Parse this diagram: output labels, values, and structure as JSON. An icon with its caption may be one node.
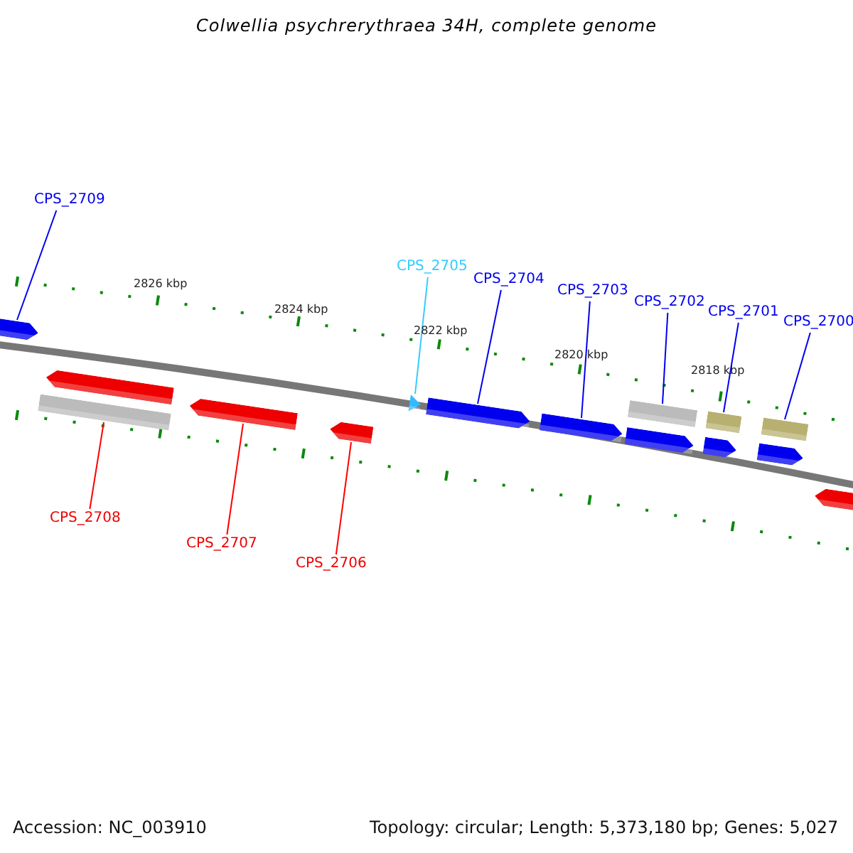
{
  "diagram": {
    "title": "Colwellia psychrerythraea 34H, complete genome",
    "nodes": [
      {
        "text": [
          "CPS_2709"
        ]
      },
      {
        "text": [
          "CPS_2705"
        ]
      },
      {
        "text": [
          "CPS_2704"
        ]
      },
      {
        "text": [
          "CPS_2703"
        ]
      },
      {
        "text": [
          "CPS_2702"
        ]
      },
      {
        "text": [
          "CPS_2701"
        ]
      },
      {
        "text": [
          "CPS_2700"
        ]
      },
      {
        "text": [
          "CPS_2708"
        ]
      },
      {
        "text": [
          "CPS_2707"
        ]
      },
      {
        "text": [
          "CPS_2706"
        ]
      },
      {
        "text": [],
        "shape": "arrow"
      },
      {
        "text": [],
        "shape": "arrow"
      },
      {
        "text": [],
        "shape": "bar"
      },
      {
        "text": [],
        "shape": "arrow"
      },
      {
        "text": [],
        "shape": "arrow"
      },
      {
        "text": [],
        "shape": "arrow"
      },
      {
        "text": [],
        "shape": "arrow"
      },
      {
        "text": [],
        "shape": "arrow"
      },
      {
        "text": [],
        "shape": "bar"
      },
      {
        "text": [],
        "shape": "arrow"
      },
      {
        "text": [],
        "shape": "bar"
      },
      {
        "text": [],
        "shape": "arrow"
      },
      {
        "text": [],
        "shape": "bar"
      },
      {
        "text": [],
        "shape": "arrow"
      },
      {
        "text": [],
        "shape": "arrow"
      }
    ],
    "edges": [
      {
        "from": 0,
        "to": 10,
        "arrow": "none"
      },
      {
        "from": 1,
        "to": 15,
        "arrow": "none",
        "color": "#33ccff"
      },
      {
        "from": 2,
        "to": 16,
        "arrow": "none"
      },
      {
        "from": 3,
        "to": 17,
        "arrow": "none"
      },
      {
        "from": 4,
        "to": 18,
        "arrow": "none"
      },
      {
        "from": 5,
        "to": 20,
        "arrow": "none"
      },
      {
        "from": 6,
        "to": 22,
        "arrow": "none"
      },
      {
        "from": 7,
        "to": 12,
        "arrow": "none",
        "color": "#ff0000"
      },
      {
        "from": 8,
        "to": 13,
        "arrow": "none",
        "color": "#ff0000"
      },
      {
        "from": 9,
        "to": 14,
        "arrow": "none",
        "color": "#ff0000"
      }
    ],
    "labels": [
      "2826 kbp",
      "2824 kbp",
      "2822 kbp",
      "2820 kbp",
      "2818 kbp",
      "Accession: NC_003910",
      "Topology: circular; Length: 5,373,180 bp; Genes: 5,027"
    ]
  }
}
